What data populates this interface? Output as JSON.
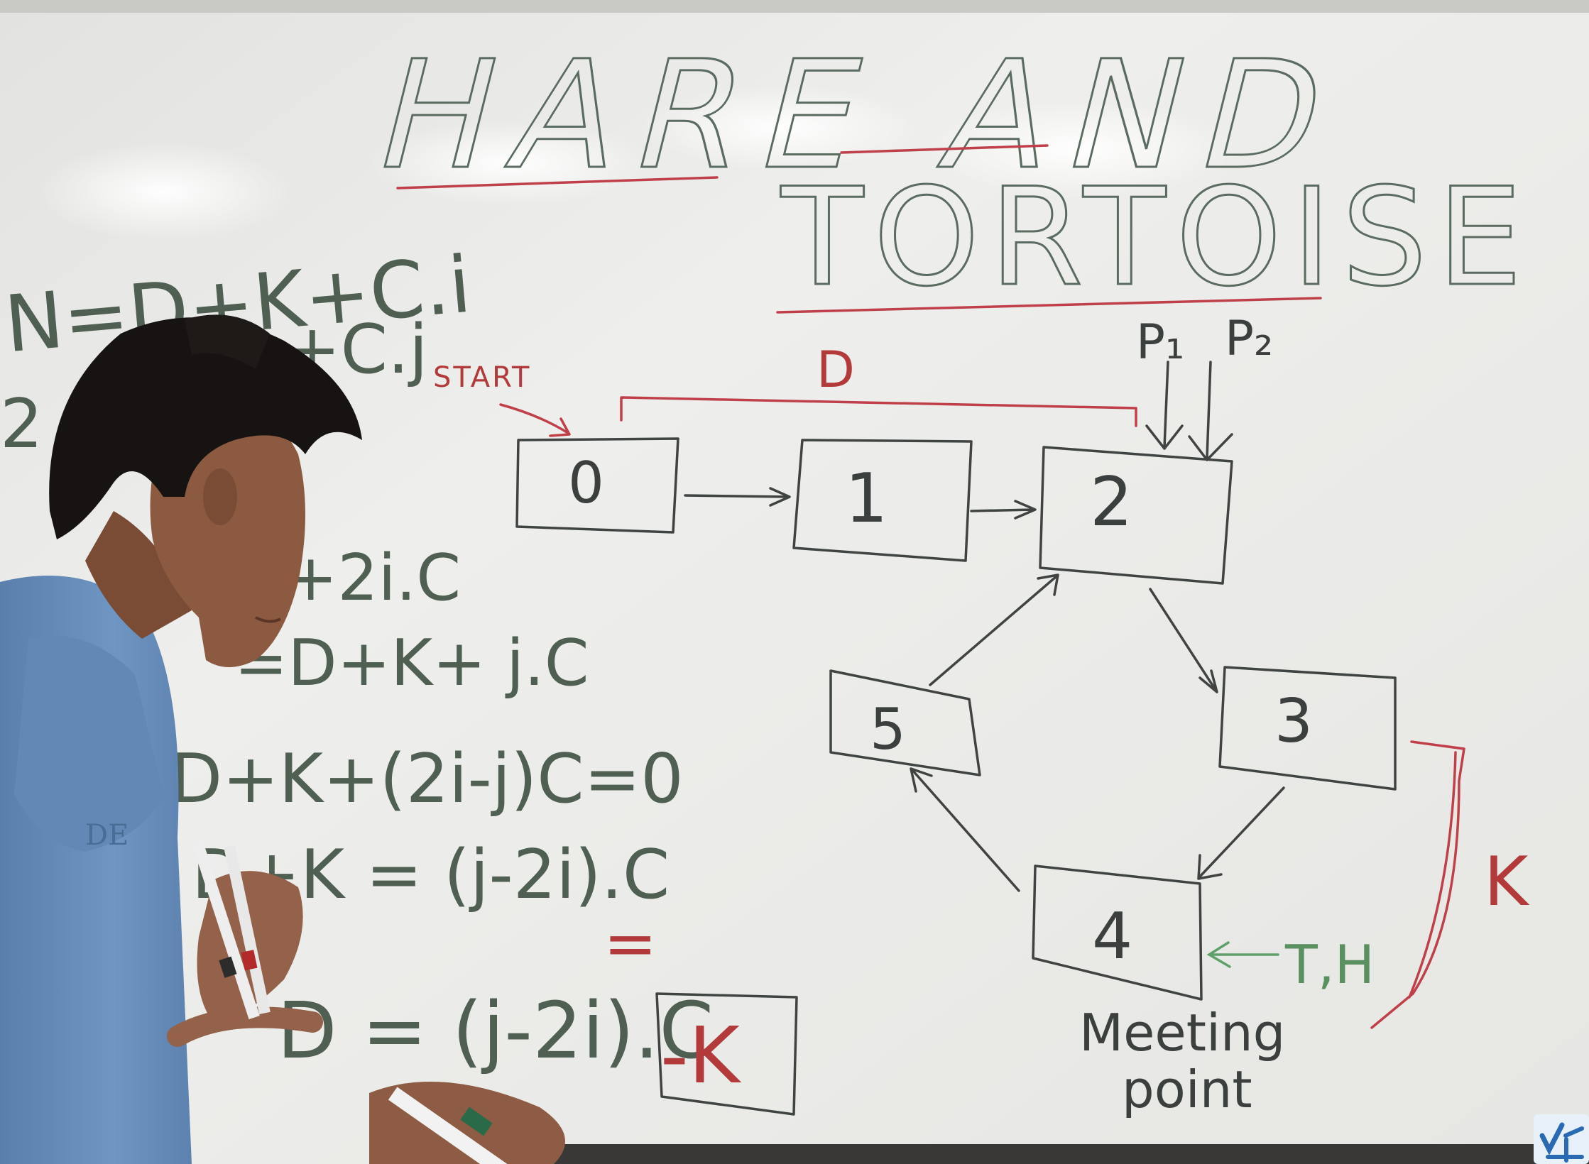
{
  "board": {
    "title_line1": "HARE AND",
    "title_line2": "TORTOISE",
    "start_label": "START",
    "distance_label": "D",
    "pointer1_label": "P₁",
    "pointer2_label": "P₂",
    "cycle_label": "K",
    "meet_arrow_label": "T,H",
    "meeting_line1": "Meeting",
    "meeting_line2": "point",
    "nodes": [
      "0",
      "1",
      "2",
      "3",
      "4",
      "5"
    ],
    "equations": [
      "N=D+K+C.i",
      "+C.j",
      "2",
      "+2i.C",
      "=D+K+ j.C",
      "D+K+(2i-j)C=0",
      "D+K = (j-2i).C",
      "=",
      "D = (j-2i).C",
      "-K"
    ]
  },
  "logo": {
    "name": "channel-logo",
    "colors": [
      "#2a6ab3",
      "#e8f0fa"
    ]
  },
  "colors": {
    "board": "#ececea",
    "marker_green": "#4f5f52",
    "marker_red": "#c0404a",
    "marker_dark": "#3b3f3d",
    "shirt": "#6e93bf",
    "skin": "#8a5a40",
    "hair": "#161312"
  }
}
